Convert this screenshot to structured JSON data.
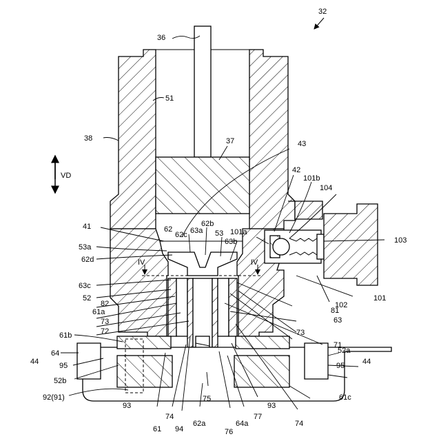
{
  "figure": {
    "ref_number": "32",
    "direction_label": "VD",
    "section_marks": [
      "IV",
      "IV"
    ],
    "labels": {
      "l36": "36",
      "l51": "51",
      "l38": "38",
      "l37": "37",
      "l43": "43",
      "l42": "42",
      "l101b": "101b",
      "l104": "104",
      "l41": "41",
      "l62": "62",
      "l62b": "62b",
      "l62c": "62c",
      "l63a": "63a",
      "l53": "53",
      "l101a": "101a",
      "l63b": "63b",
      "l103": "103",
      "l53a": "53a",
      "l62d": "62d",
      "l63c": "63c",
      "l52": "52",
      "l82": "82",
      "l61a": "61a",
      "l73a": "73",
      "l72": "72",
      "l61b": "61b",
      "l64": "64",
      "l44a": "44",
      "l95a": "95",
      "l52b": "52b",
      "l9291": "92(91)",
      "l93a": "93",
      "l61": "61",
      "l74a": "74",
      "l94": "94",
      "l62a": "62a",
      "l75": "75",
      "l76": "76",
      "l64a": "64a",
      "l77": "77",
      "l93b": "93",
      "l74b": "74",
      "l61c": "61c",
      "l44b": "44",
      "l95b": "95",
      "l52a": "52a",
      "l71": "71",
      "l73b": "73",
      "l63": "63",
      "l102": "102",
      "l101": "101",
      "l81": "81"
    }
  }
}
